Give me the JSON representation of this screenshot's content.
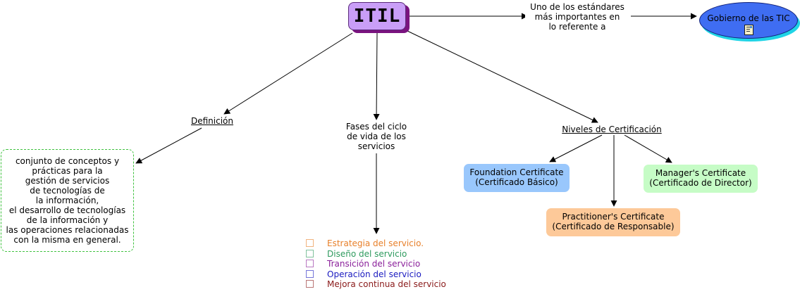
{
  "root": {
    "label": "ITIL",
    "color": "#c99ef7",
    "shadow": "#7a137f"
  },
  "top_link": {
    "label_lines": [
      "Uno de los estándares",
      "más importantes en",
      "lo referente a"
    ]
  },
  "gobierno": {
    "label": "Gobierno de las TIC",
    "icon": "document-image-icon",
    "color": "#3f6df2",
    "shadow": "#1fd4e6"
  },
  "definicion": {
    "label": "Definición",
    "concept_lines": [
      "conjunto de conceptos y",
      "prácticas para la",
      "gestión de servicios",
      "de tecnologías de",
      "la información,",
      "el desarrollo de tecnologías",
      "de la información y",
      "las operaciones relacionadas",
      "con la misma en general."
    ],
    "border_color": "#3fc23f"
  },
  "fases": {
    "label_lines": [
      "Fases del ciclo",
      "de vida de los",
      "servicios"
    ],
    "items": [
      {
        "label": "Estrategia del servicio.",
        "color": "#e8802a"
      },
      {
        "label": "Diseño del servicio",
        "color": "#2e9a5e"
      },
      {
        "label": "Transición del servicio",
        "color": "#8a1f9a"
      },
      {
        "label": "Operación del servicio",
        "color": "#1a1ac0"
      },
      {
        "label": "Mejora continua del servicio",
        "color": "#8a1a1a"
      }
    ]
  },
  "niveles": {
    "label": "Niveles de Certificación",
    "certificates": [
      {
        "title": "Foundation Certificate",
        "subtitle": "(Certificado Básico)",
        "color": "#99c7fc"
      },
      {
        "title": "Practitioner's Certificate",
        "subtitle": "(Certificado de Responsable)",
        "color": "#fdc999"
      },
      {
        "title": "Manager's Certificate",
        "subtitle": "(Certificado de Director)",
        "color": "#c6fcc6"
      }
    ]
  }
}
